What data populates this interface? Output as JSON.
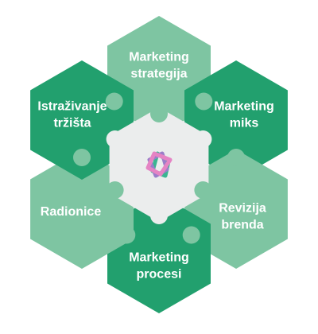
{
  "colors": {
    "light_green": "#7ec5a2",
    "dark_green": "#22a06e",
    "center_gray": "#ebeded",
    "logo_pink": "#e584c4",
    "logo_purple": "#9a7ec9",
    "logo_teal": "#3bb591"
  },
  "center": {
    "icon": "logo-icon"
  },
  "pieces": [
    {
      "id": "marketing-strategija",
      "lines": [
        "Marketing",
        "strategija"
      ],
      "tone": "light"
    },
    {
      "id": "marketing-miks",
      "lines": [
        "Marketing",
        "miks"
      ],
      "tone": "dark"
    },
    {
      "id": "revizija-brenda",
      "lines": [
        "Revizija",
        "brenda"
      ],
      "tone": "light"
    },
    {
      "id": "marketing-procesi",
      "lines": [
        "Marketing",
        "procesi"
      ],
      "tone": "dark"
    },
    {
      "id": "radionice",
      "lines": [
        "Radionice"
      ],
      "tone": "light"
    },
    {
      "id": "istrazivanje-trzista",
      "lines": [
        "Istraživanje",
        "tržišta"
      ],
      "tone": "dark"
    }
  ]
}
